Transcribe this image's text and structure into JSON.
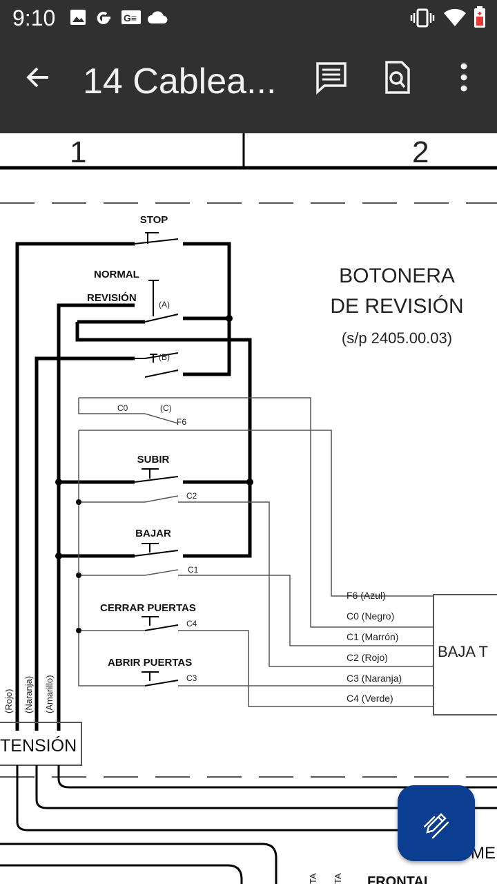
{
  "status_bar": {
    "time": "9:10",
    "left_icons": [
      "image-icon",
      "google-icon",
      "translate-icon",
      "cloud-icon"
    ],
    "right_icons": [
      "vibrate-icon",
      "wifi-icon",
      "battery-icon"
    ]
  },
  "app_bar": {
    "title": "14 Cablea...",
    "actions": [
      "comment-icon",
      "find-in-page-icon",
      "more-vertical-icon"
    ]
  },
  "drawing": {
    "columns": [
      "1",
      "2"
    ],
    "title_lines": [
      "BOTONERA",
      "DE REVISIÓN",
      "(s/p 2405.00.03)"
    ],
    "labels": {
      "stop": "STOP",
      "normal": "NORMAL",
      "revision": "REVISIÓN",
      "a": "(A)",
      "b": "(B)",
      "c": "(C)",
      "c0": "C0",
      "f6": "F6",
      "subir": "SUBIR",
      "c2": "C2",
      "bajar": "BAJAR",
      "c1": "C1",
      "cerrar": "CERRAR PUERTAS",
      "c4": "C4",
      "abrir": "ABRIR PUERTAS",
      "c3": "C3",
      "rojo": "(Rojo)",
      "naranja": "(Naranja)",
      "amarillo": "(Amarillo)",
      "tension": "TENSIÓN",
      "baja": "BAJA T",
      "me": "ME",
      "frontal": "FRONTAL",
      "ta": "TA"
    },
    "wire_legend": [
      "F6 (Azul)",
      "C0 (Negro)",
      "C1 (Marrón)",
      "C2 (Rojo)",
      "C3 (Naranja)",
      "C4 (Verde)"
    ]
  },
  "fab": {
    "icon": "edit-pen-icon"
  },
  "colors": {
    "bars": "#303030",
    "fab": "#0b3d91",
    "ink": "#000000",
    "thin": "#555555"
  }
}
